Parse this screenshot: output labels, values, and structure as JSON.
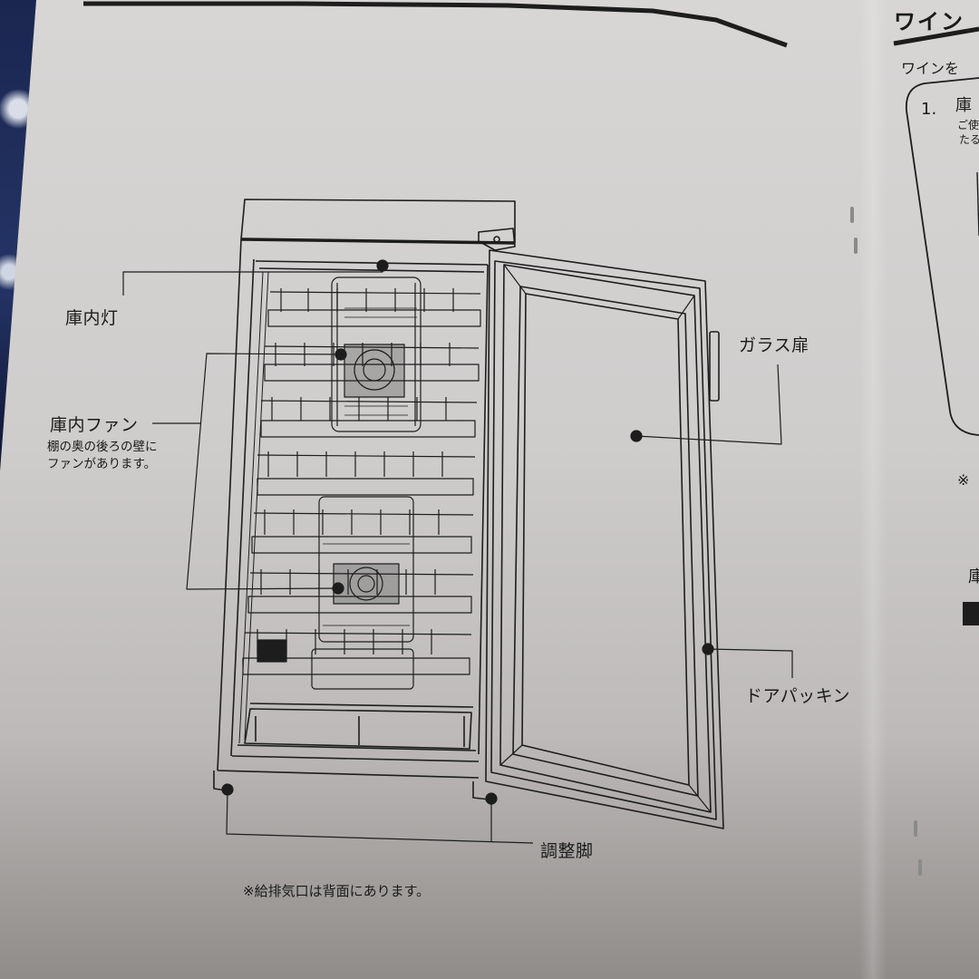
{
  "document": {
    "type": "manual-page",
    "subject": "wine-cellar-parts-diagram"
  },
  "callouts": {
    "interior_light": "庫内灯",
    "interior_fan": "庫内ファン",
    "interior_fan_note_line1": "棚の奥の後ろの壁に",
    "interior_fan_note_line2": "ファンがあります。",
    "glass_door": "ガラス扉",
    "door_gasket": "ドアパッキン",
    "adjustable_feet": "調整脚"
  },
  "footnote": "※給排気口は背面にあります。",
  "adjacent_page": {
    "title_fragment": "ワイン",
    "intro_fragment": "ワインを",
    "step_number": "1.",
    "step_heading_fragment": "庫",
    "step_text_line1": "ご使",
    "step_text_line2": "たる",
    "note_mark": "※",
    "section_fragment": "庫"
  },
  "colors": {
    "paper": "#d4d2d1",
    "ink": "#1d1d1d",
    "shadow": "#8f8c8a"
  }
}
